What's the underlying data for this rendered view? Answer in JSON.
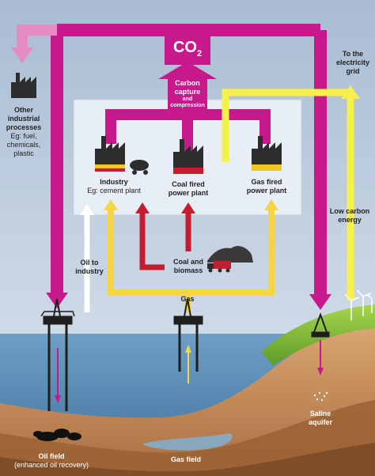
{
  "co2": {
    "main": "CO",
    "sub": "2"
  },
  "capture": {
    "line1": "Carbon",
    "line2": "capture",
    "line3": "and",
    "line4": "compression"
  },
  "grid": {
    "line1": "To the",
    "line2": "electricity",
    "line3": "grid"
  },
  "other": {
    "line1": "Other",
    "line2": "industrial",
    "line3": "processes",
    "line4": "Eg: fuel,",
    "line5": "chemicals,",
    "line6": "plastic"
  },
  "industry": {
    "line1": "Industry",
    "line2": "Eg: cement plant"
  },
  "coal_plant": {
    "line1": "Coal fired",
    "line2": "power plant"
  },
  "gas_plant": {
    "line1": "Gas fired",
    "line2": "power plant"
  },
  "low_carbon": {
    "line1": "Low carbon",
    "line2": "energy"
  },
  "oil_to_industry": {
    "line1": "Oil to",
    "line2": "industry"
  },
  "coal_biomass": {
    "line1": "Coal and",
    "line2": "biomass"
  },
  "gas": "Gas",
  "oil_field": {
    "line1": "Oil field",
    "line2": "(enhanced oil recovery)"
  },
  "gas_field": "Gas field",
  "saline": {
    "line1": "Saline",
    "line2": "aquifer"
  },
  "colors": {
    "co2_flow": "#c8198c",
    "gas_flow": "#f5d546",
    "electricity_flow": "#f7f04b",
    "coal_flow": "#c41e2e",
    "oil_flow": "#ffffff",
    "sky": "#b9c9dc",
    "sea": "#5b8fb8",
    "ground": "#c78f5c"
  }
}
